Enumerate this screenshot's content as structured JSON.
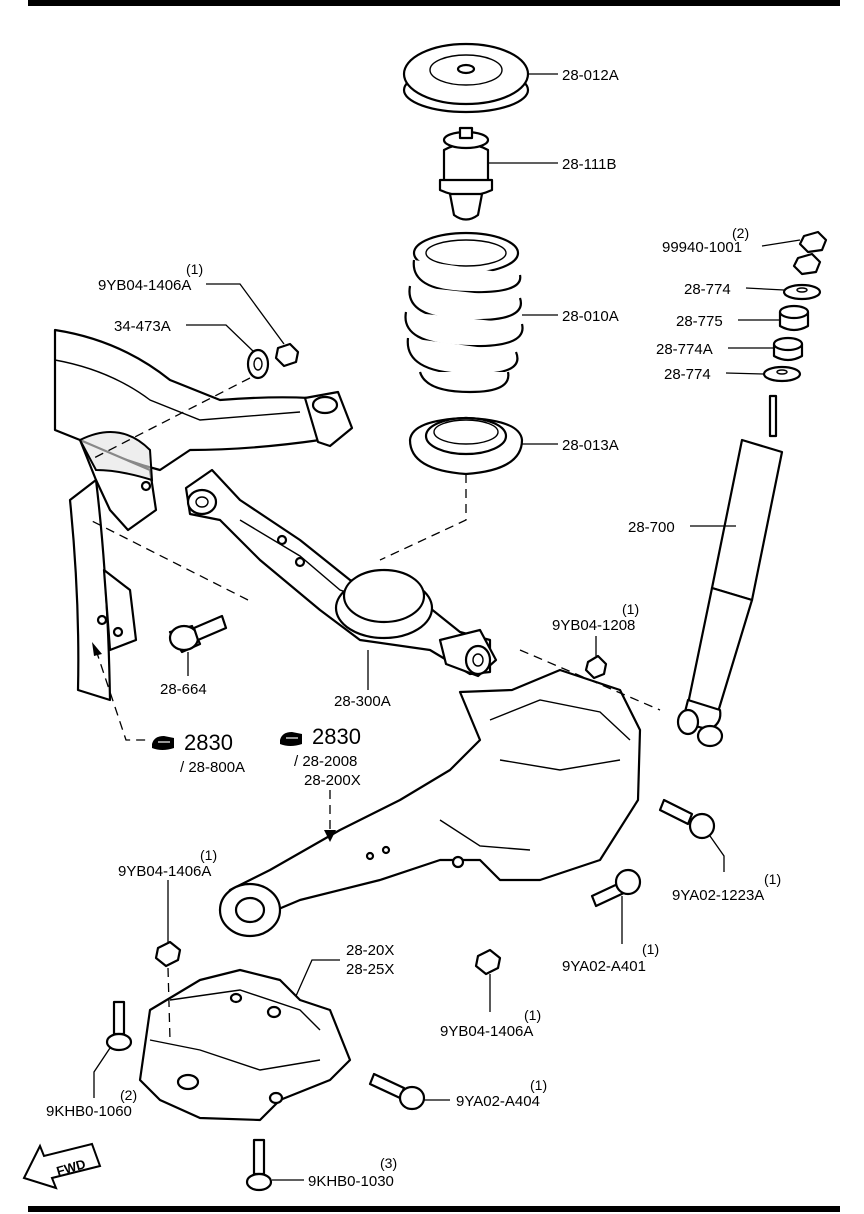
{
  "labels": {
    "spring_seat_upper": "28-012A",
    "bump_stopper": "28-111B",
    "coil_spring": "28-010A",
    "spring_seat_lower": "28-013A",
    "nut_99940_qty": "(2)",
    "nut_99940": "99940-1001",
    "washer_28_774_top": "28-774",
    "bushing_28_775": "28-775",
    "bushing_28_774a": "28-774A",
    "washer_28_774_bottom": "28-774",
    "shock_absorber": "28-700",
    "nut_9yb04_1406a_top_qty": "(1)",
    "nut_9yb04_1406a_top": "9YB04-1406A",
    "washer_34_473a": "34-473A",
    "bolt_28_664": "28-664",
    "lower_arm": "28-300A",
    "nut_9yb04_1208_qty": "(1)",
    "nut_9yb04_1208": "9YB04-1208",
    "group_2830_a_num": "2830",
    "group_2830_a_sub": "/ 28-800A",
    "group_2830_b_num": "2830",
    "group_2830_b_sub1": "/ 28-2008",
    "group_2830_b_sub2": "28-200X",
    "nut_9yb04_1406a_left_qty": "(1)",
    "nut_9yb04_1406a_left": "9YB04-1406A",
    "bracket_28_20x": "28-20X",
    "bracket_28_25x": "28-25X",
    "bolt_9ya02_1223a_qty": "(1)",
    "bolt_9ya02_1223a": "9YA02-1223A",
    "bolt_9ya02_a401_qty": "(1)",
    "bolt_9ya02_a401": "9YA02-A401",
    "nut_9yb04_1406a_mid_qty": "(1)",
    "nut_9yb04_1406a_mid": "9YB04-1406A",
    "bolt_9khb0_1060_qty": "(2)",
    "bolt_9khb0_1060": "9KHB0-1060",
    "bolt_9ya02_a404_qty": "(1)",
    "bolt_9ya02_a404": "9YA02-A404",
    "bolt_9khb0_1030_qty": "(3)",
    "bolt_9khb0_1030": "9KHB0-1030",
    "fwd": "FWD"
  }
}
